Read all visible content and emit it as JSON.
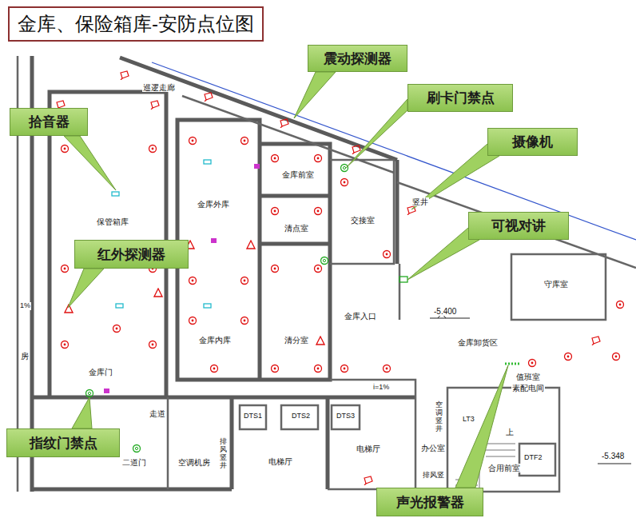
{
  "diagram": {
    "title": "金库、保险箱库-安防点位图",
    "nodes": [
      {
        "text": [
          "震动探测器"
        ]
      },
      {
        "text": [
          "刷卡门禁点"
        ]
      },
      {
        "text": [
          "拾音器"
        ]
      },
      {
        "text": [
          "摄像机"
        ]
      },
      {
        "text": [
          "可视对讲"
        ]
      },
      {
        "text": [
          "红外探测器"
        ]
      },
      {
        "text": [
          "指纹门禁点"
        ]
      },
      {
        "text": [
          "声光报警器"
        ]
      }
    ],
    "labels": [
      "巡逻走廊",
      "保管箱库",
      "金库外库",
      "金库前室",
      "交接室",
      "清点室",
      "竖井",
      "金库内库",
      "清分室",
      "金库入口",
      "-5.400",
      "守库室",
      "金库卸货区",
      "金库门",
      "值班室",
      "素配电间",
      "走道",
      "i=1%",
      "DTS1",
      "DTS2",
      "DTS3",
      "LT3",
      "上",
      "二道门",
      "空调机房",
      "排风竖井",
      "电梯厅",
      "电梯厅",
      "办公室",
      "空调竖井",
      "排风竖",
      "合用前室",
      "DTF2",
      "-5.348",
      "1%",
      "房"
    ]
  }
}
